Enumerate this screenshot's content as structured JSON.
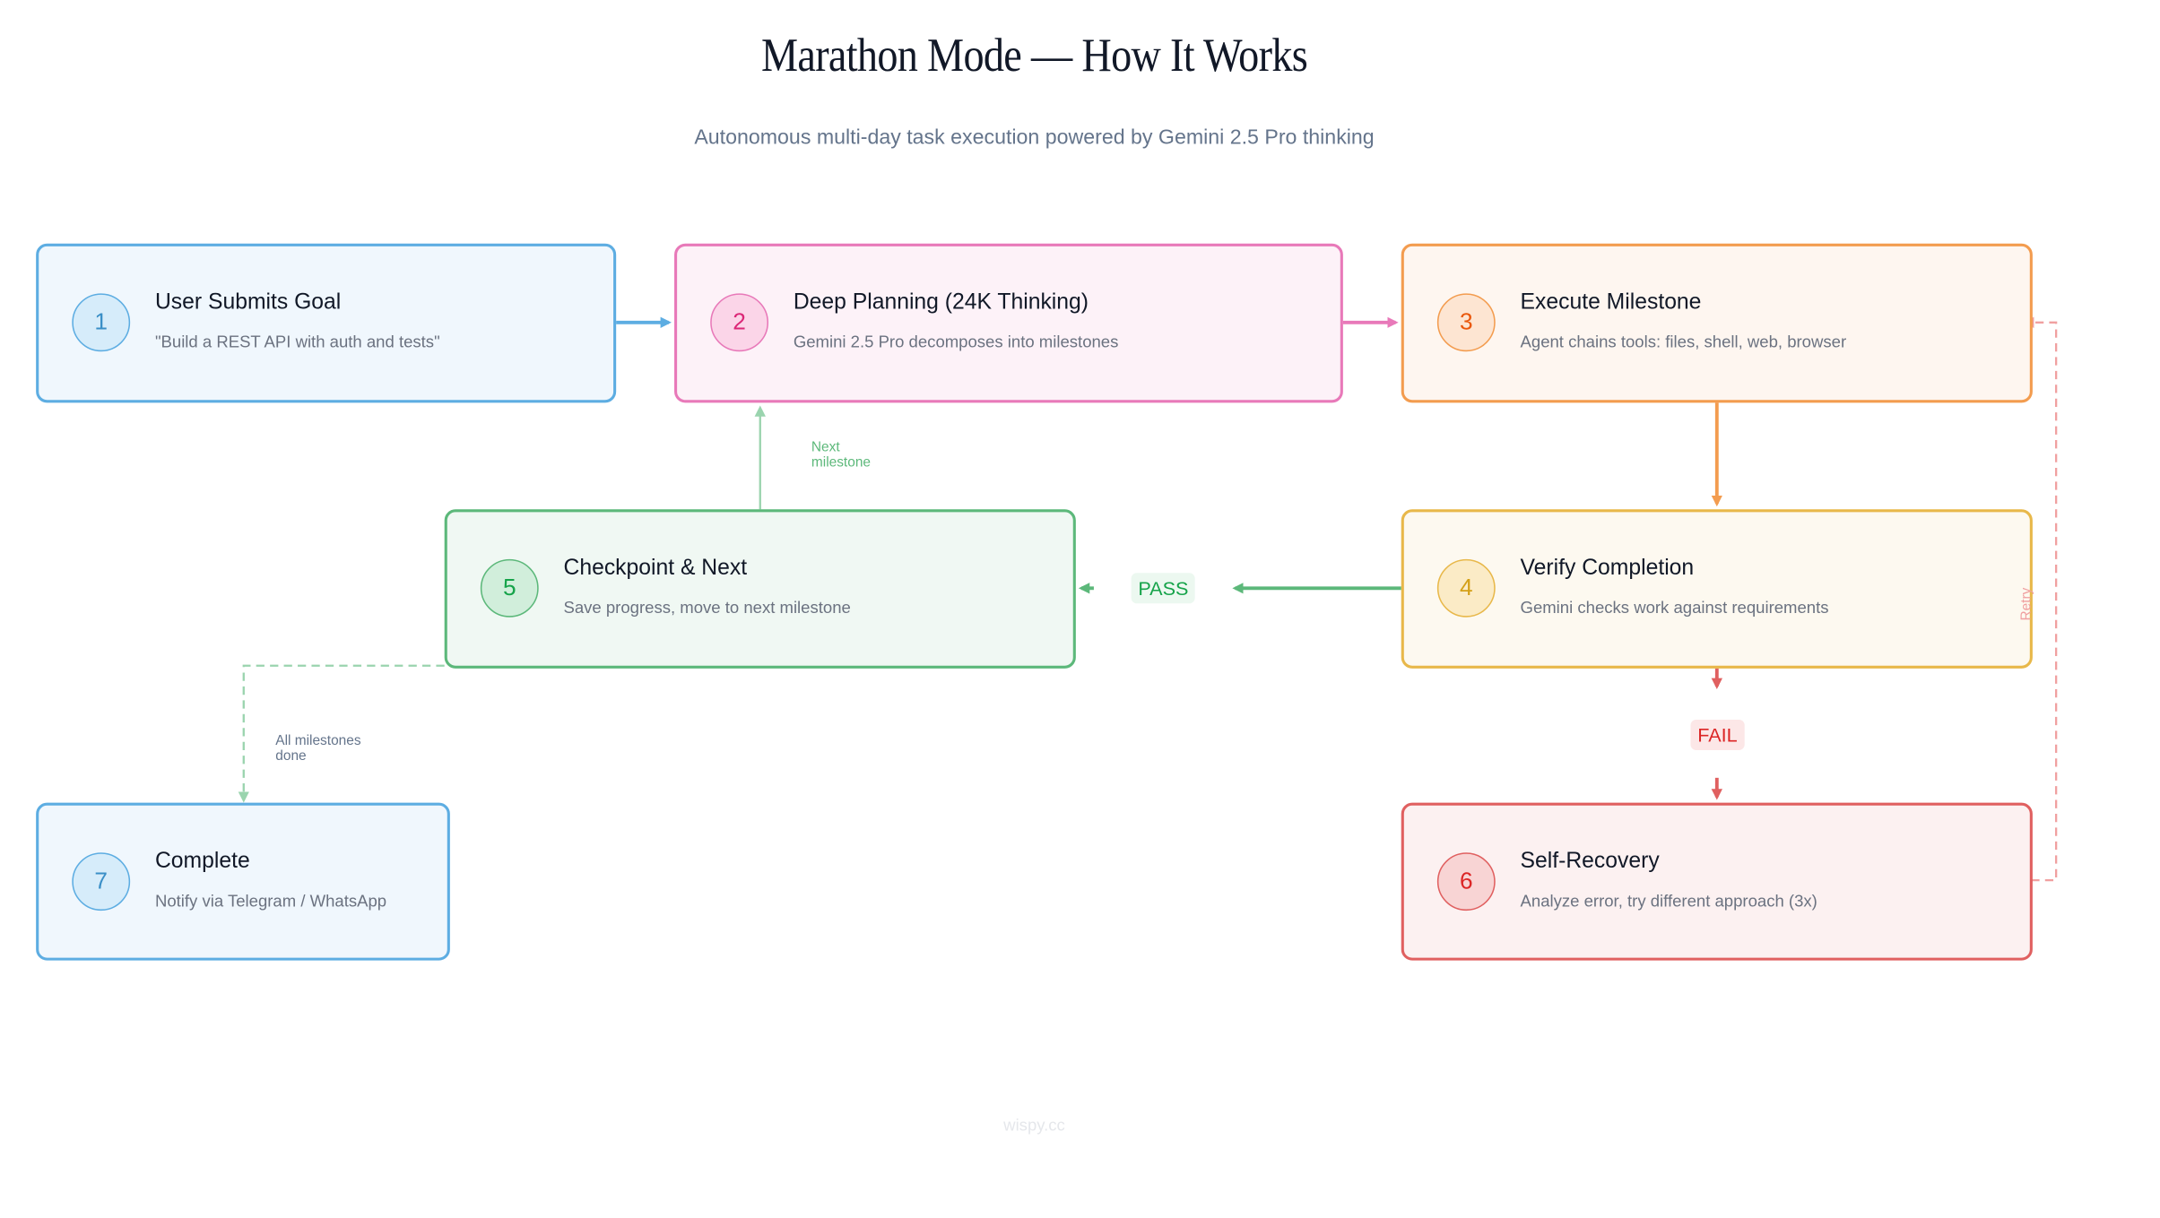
{
  "header": {
    "title": "Marathon Mode — How It Works",
    "subtitle": "Autonomous multi-day task execution powered by Gemini 2.5 Pro thinking"
  },
  "nodes": {
    "user_goal": {
      "number": "1",
      "title": "User Submits Goal",
      "description": "\"Build a REST API with auth and tests\"",
      "color": "#5DADE2",
      "fill": "#F0F7FD",
      "badge_fill": "#D6ECFA",
      "text_color": "#3A8FC7"
    },
    "deep_planning": {
      "number": "2",
      "title": "Deep Planning (24K Thinking)",
      "description": "Gemini 2.5 Pro decomposes into milestones",
      "color": "#E879B9",
      "fill": "#FDF2F8",
      "badge_fill": "#FBD5E8",
      "text_color": "#DB2777"
    },
    "execute_milestone": {
      "number": "3",
      "title": "Execute Milestone",
      "description": "Agent chains tools: files, shell, web, browser",
      "color": "#F39C4F",
      "fill": "#FEF6F0",
      "badge_fill": "#FDE5D2",
      "text_color": "#EA580C"
    },
    "verify_completion": {
      "number": "4",
      "title": "Verify Completion",
      "description": "Gemini checks work against requirements",
      "color": "#E8B84A",
      "fill": "#FDF9F0",
      "badge_fill": "#FBEBC6",
      "text_color": "#D4A017"
    },
    "checkpoint_next": {
      "number": "5",
      "title": "Checkpoint & Next",
      "description": "Save progress, move to next milestone",
      "color": "#5CB87A",
      "fill": "#F0F8F3",
      "badge_fill": "#D1EEDB",
      "text_color": "#16A34A"
    },
    "self_recovery": {
      "number": "6",
      "title": "Self-Recovery",
      "description": "Analyze error, try different approach (3x)",
      "color": "#E06060",
      "fill": "#FCF1F1",
      "badge_fill": "#F8D4D4",
      "text_color": "#DC2626"
    },
    "complete": {
      "number": "7",
      "title": "Complete",
      "description": "Notify via Telegram / WhatsApp",
      "color": "#5DADE2",
      "fill": "#F0F7FD",
      "badge_fill": "#D6ECFA",
      "text_color": "#3A8FC7"
    }
  },
  "edge_labels": {
    "pass": "PASS",
    "fail": "FAIL",
    "next_milestone_line1": "Next",
    "next_milestone_line2": "milestone",
    "all_done_line1": "All milestones",
    "all_done_line2": "done",
    "retry": "Retry"
  },
  "colors": {
    "pass_text": "#16A34A",
    "pass_fill": "#ECF8F0",
    "fail_text": "#DC2626",
    "fail_fill": "#FCE7E7",
    "next_note": "#5CB87A",
    "done_note": "#64748b",
    "retry_note": "#F0A0A0"
  },
  "footer": {
    "watermark": "wispy.cc"
  }
}
